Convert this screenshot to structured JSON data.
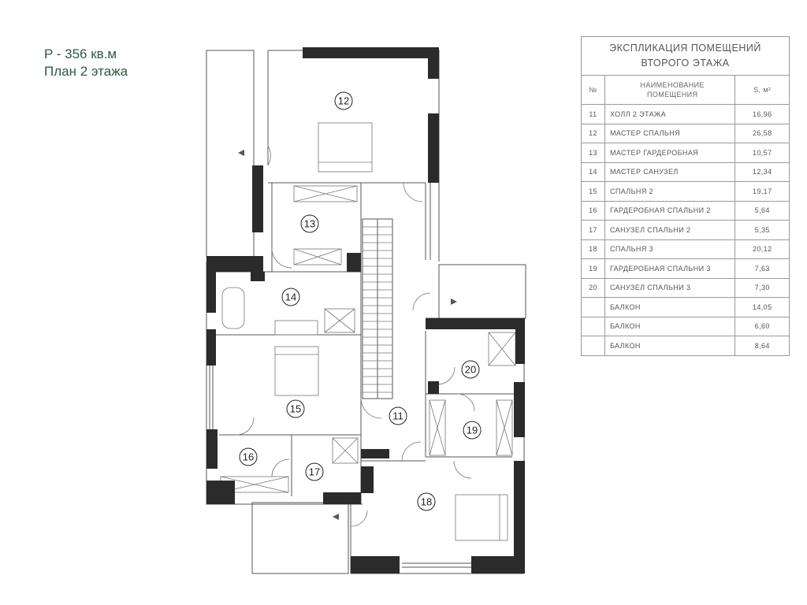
{
  "header": {
    "area_line": "P - 356 кв.м",
    "plan_line": "План 2 этажа"
  },
  "table": {
    "title_line1": "ЭКСПЛИКАЦИЯ ПОМЕЩЕНИЙ",
    "title_line2": "ВТОРОГО ЭТАЖА",
    "col_num": "№",
    "col_name_line1": "НАИМЕНОВАНИЕ",
    "col_name_line2": "ПОМЕЩЕНИЯ",
    "col_area": "S, м²",
    "rows": [
      {
        "num": "11",
        "name": "ХОЛЛ 2 ЭТАЖА",
        "area": "16,96"
      },
      {
        "num": "12",
        "name": "МАСТЕР СПАЛЬНЯ",
        "area": "26,58"
      },
      {
        "num": "13",
        "name": "МАСТЕР ГАРДЕРОБНАЯ",
        "area": "10,57"
      },
      {
        "num": "14",
        "name": "МАСТЕР САНУЗЕЛ",
        "area": "12,34"
      },
      {
        "num": "15",
        "name": "СПАЛЬНЯ 2",
        "area": "19,17"
      },
      {
        "num": "16",
        "name": "ГАРДЕРОБНАЯ СПАЛЬНИ 2",
        "area": "5,64"
      },
      {
        "num": "17",
        "name": "САНУЗЕЛ СПАЛЬНИ 2",
        "area": "5,35"
      },
      {
        "num": "18",
        "name": "СПАЛЬНЯ 3",
        "area": "20,12"
      },
      {
        "num": "19",
        "name": "ГАРДЕРОБНАЯ СПАЛЬНИ 3",
        "area": "7,63"
      },
      {
        "num": "20",
        "name": "САНУЗЕЛ СПАЛЬНИ 3",
        "area": "7,30"
      },
      {
        "num": "",
        "name": "БАЛКОН",
        "area": "14,05"
      },
      {
        "num": "",
        "name": "БАЛКОН",
        "area": "6,60"
      },
      {
        "num": "",
        "name": "БАЛКОН",
        "area": "8,64"
      }
    ]
  },
  "plan": {
    "room_labels": [
      "12",
      "13",
      "14",
      "15",
      "16",
      "17",
      "11",
      "18",
      "19",
      "20"
    ],
    "wall_color": "#2b2b2b",
    "line_color": "#444444",
    "label_color": "#2d5a41"
  }
}
